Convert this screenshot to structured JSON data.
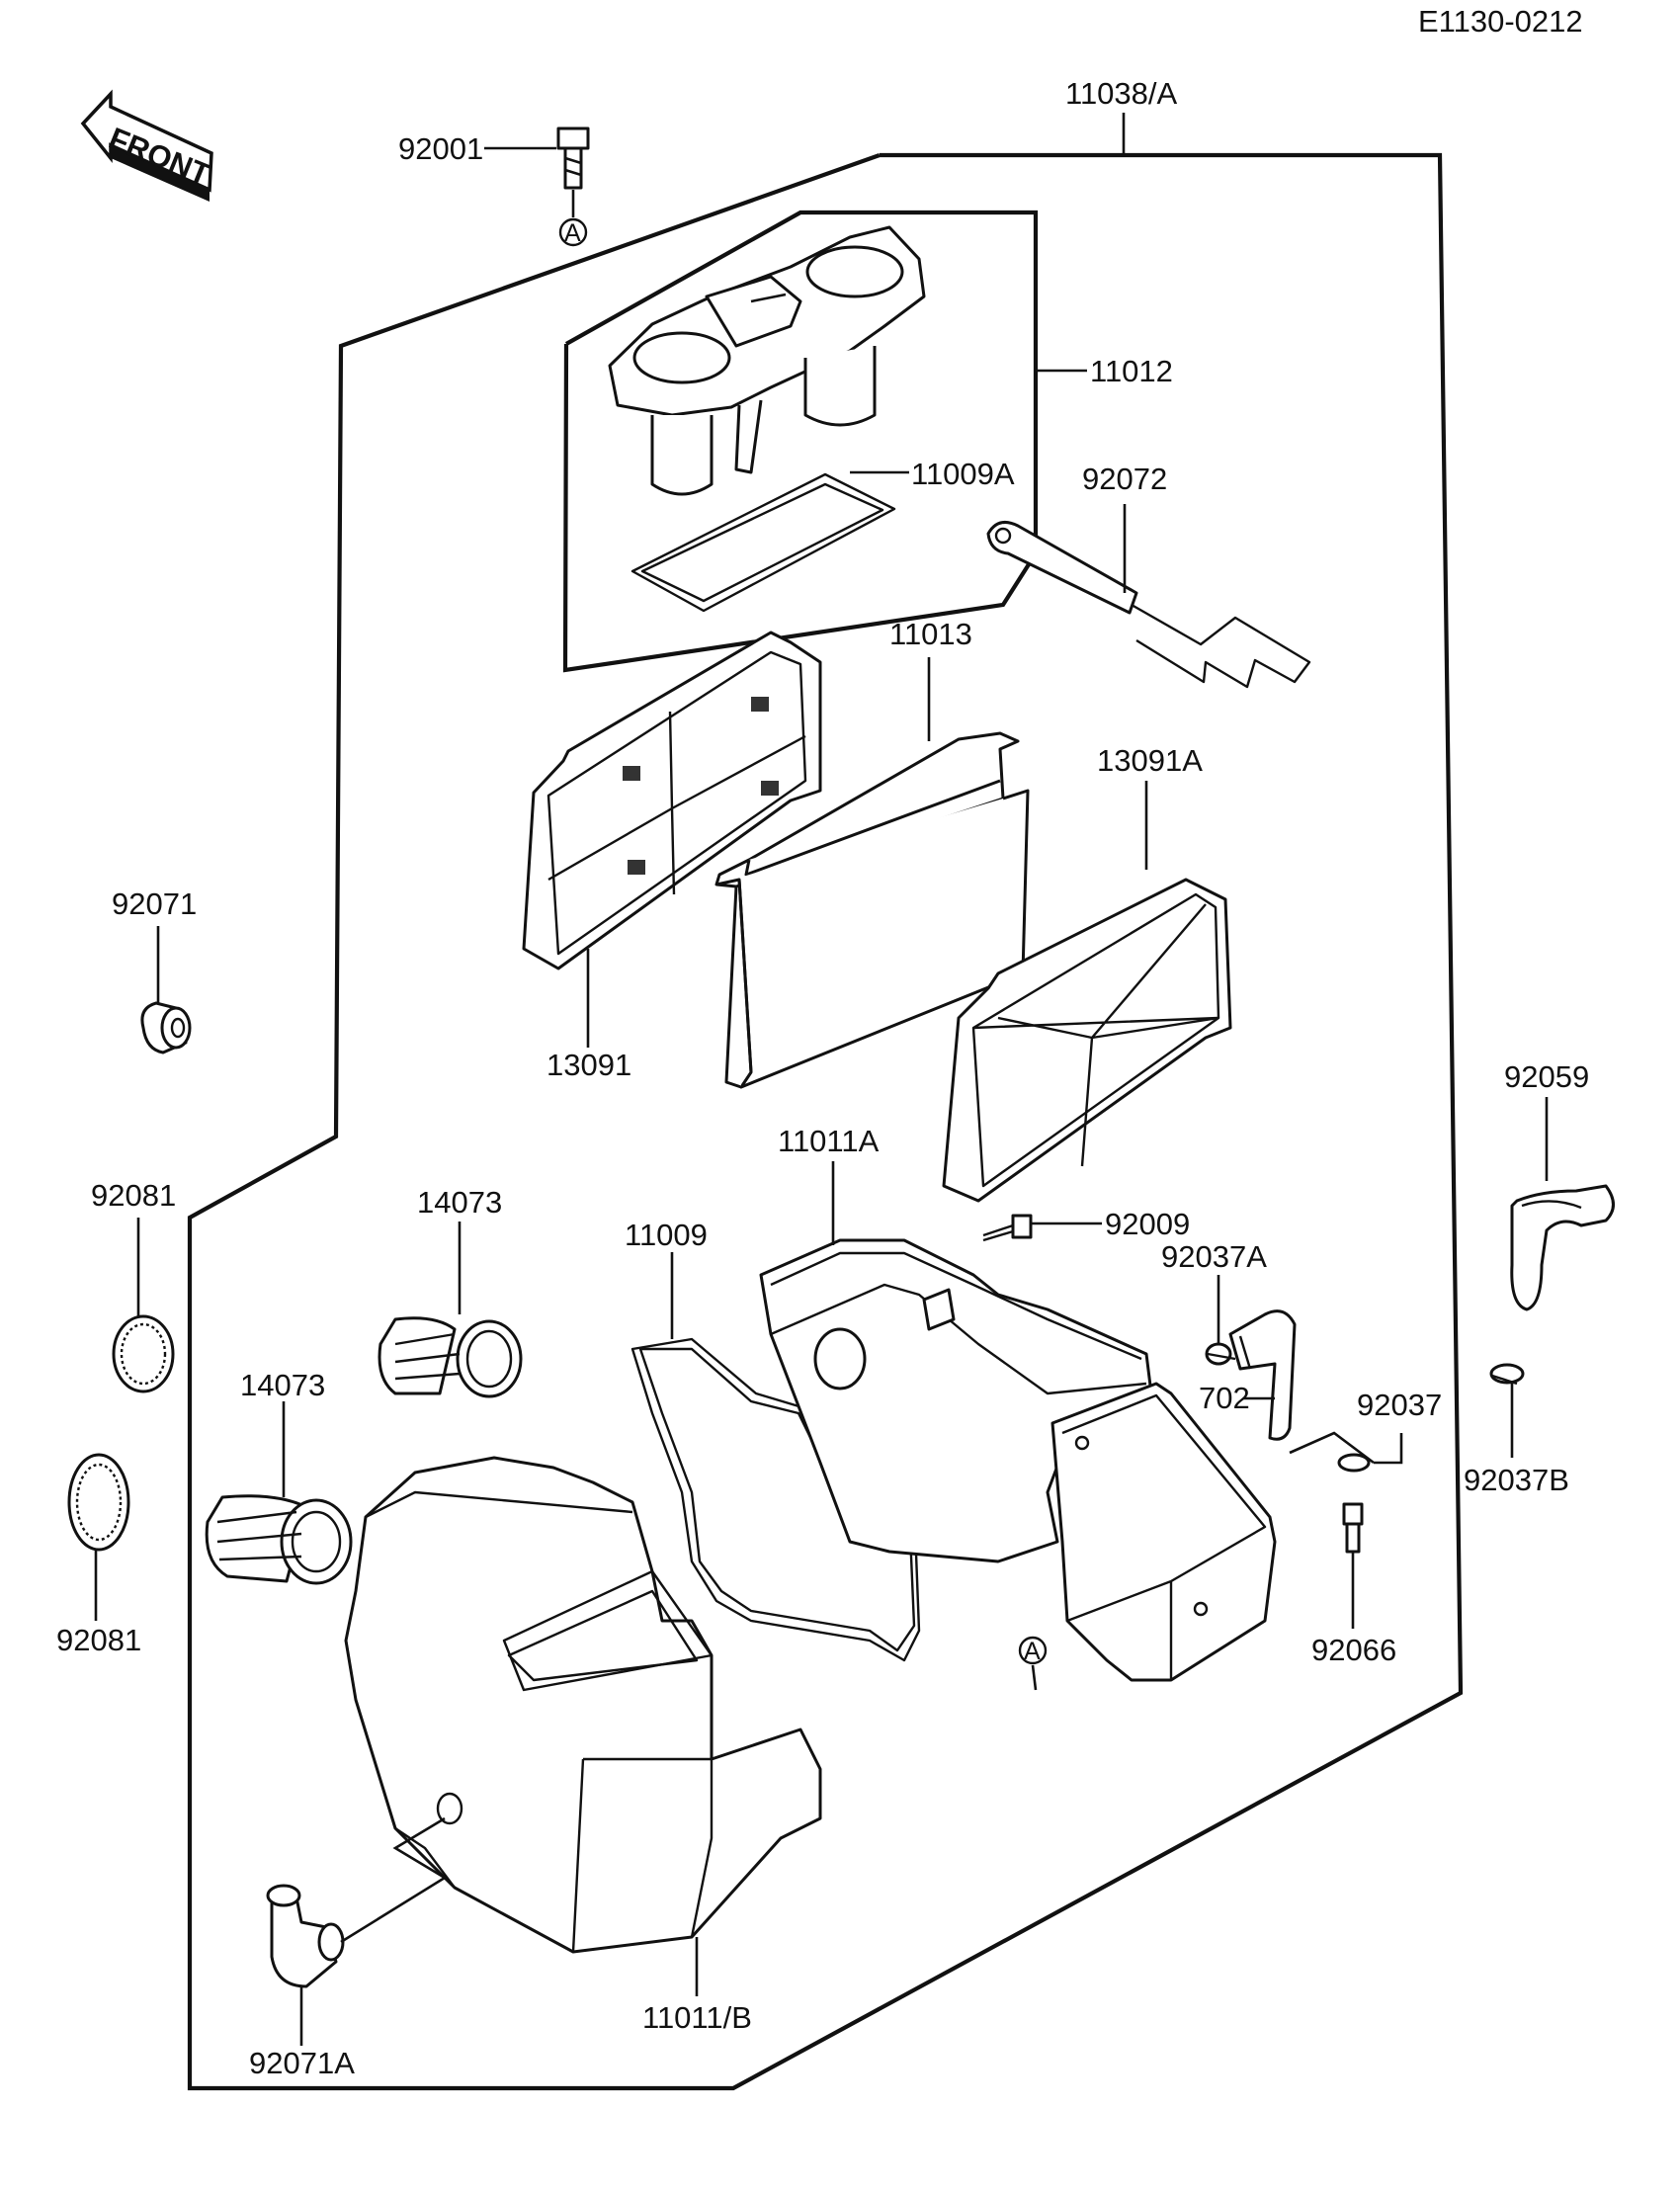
{
  "drawing_code": "E1130-0212",
  "front_arrow_label": "FRONT",
  "ref_marker": "A",
  "parts": {
    "p11038A": "11038/A",
    "p92001": "92001",
    "p11012": "11012",
    "p11009A": "11009A",
    "p92072": "92072",
    "p11013": "11013",
    "p13091A": "13091A",
    "p13091": "13091",
    "p92071": "92071",
    "p92059": "92059",
    "p11011A": "11011A",
    "p92009": "92009",
    "p92081_top": "92081",
    "p14073_top": "14073",
    "p11009": "11009",
    "p92037A": "92037A",
    "p702": "702",
    "p92037": "92037",
    "p92037B": "92037B",
    "p14073_mid": "14073",
    "p92081_bottom": "92081",
    "p92066": "92066",
    "p11011B": "11011/B",
    "p92071A": "92071A"
  }
}
